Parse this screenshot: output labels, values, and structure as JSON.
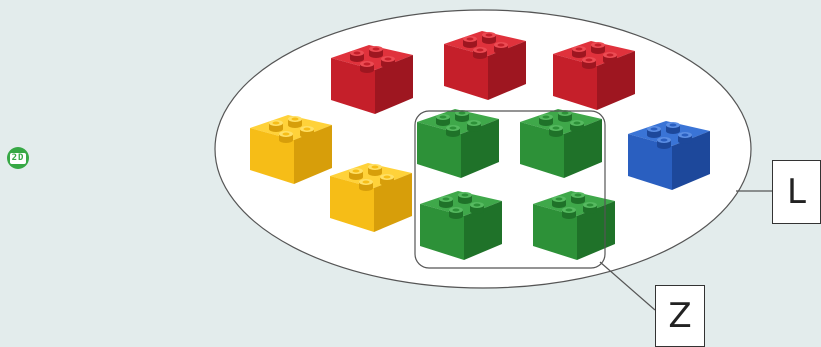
{
  "badge": {
    "text": "2D",
    "icon": "book-badge-icon",
    "color": "#37a845"
  },
  "set_labels": {
    "outer": "L",
    "inner": "Z"
  },
  "bricks": [
    {
      "color": "red"
    },
    {
      "color": "red"
    },
    {
      "color": "red"
    },
    {
      "color": "yellow"
    },
    {
      "color": "yellow"
    },
    {
      "color": "green"
    },
    {
      "color": "green"
    },
    {
      "color": "green"
    },
    {
      "color": "green"
    },
    {
      "color": "blue"
    }
  ],
  "palette": {
    "red": {
      "top": "#e0323c",
      "front": "#c51f2a",
      "side": "#9e1620",
      "stud": "#ec4b53"
    },
    "yellow": {
      "top": "#ffd23a",
      "front": "#f6bd17",
      "side": "#d79e0a",
      "stud": "#ffe066"
    },
    "green": {
      "top": "#3fa84a",
      "front": "#2d9138",
      "side": "#1f7229",
      "stud": "#56ba60"
    },
    "blue": {
      "top": "#3a74d6",
      "front": "#2a5fc0",
      "side": "#1d489b",
      "stud": "#5b8ee4"
    }
  }
}
